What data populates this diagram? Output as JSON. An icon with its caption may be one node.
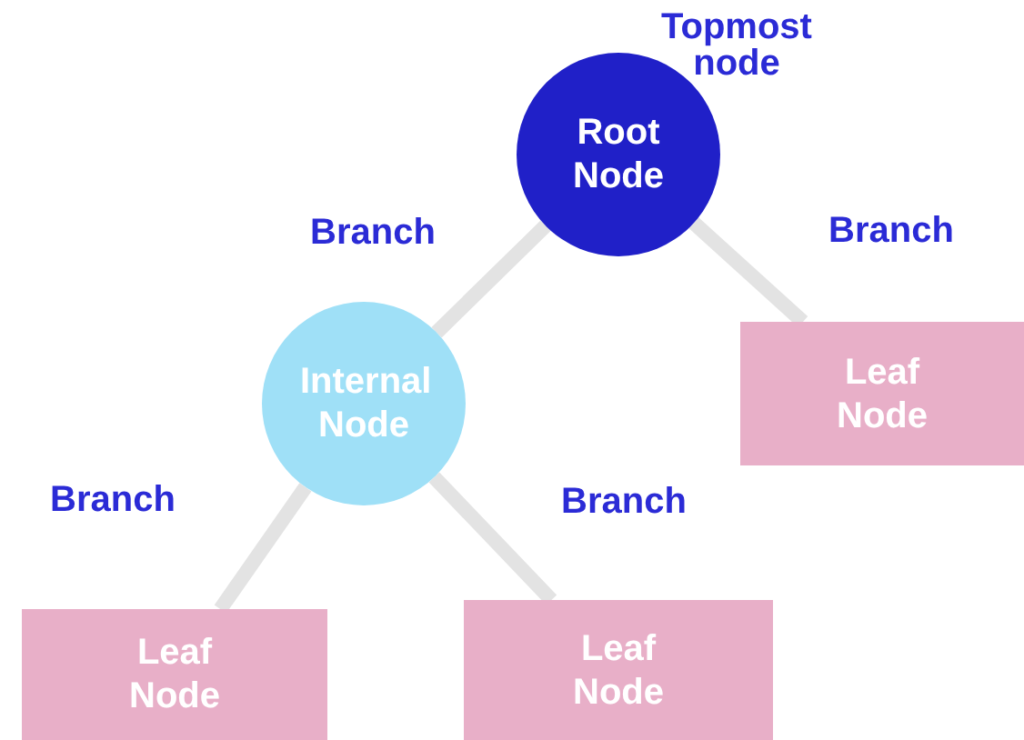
{
  "diagram": {
    "nodes": [
      {
        "text": [
          "Root Node"
        ],
        "beside": [
          "Topmost node"
        ]
      },
      {
        "text": [
          "Internal Node"
        ]
      },
      {
        "text": [
          "Leaf Node"
        ]
      },
      {
        "text": [
          "Leaf Node"
        ]
      },
      {
        "text": [
          "Leaf Node"
        ]
      }
    ],
    "edges": [
      {
        "from": 0,
        "to": 1,
        "arrow": "none",
        "label": "Branch"
      },
      {
        "from": 0,
        "to": 2,
        "arrow": "none",
        "label": "Branch"
      },
      {
        "from": 1,
        "to": 3,
        "arrow": "none",
        "label": "Branch"
      },
      {
        "from": 1,
        "to": 4,
        "arrow": "none",
        "label": "Branch"
      }
    ]
  }
}
